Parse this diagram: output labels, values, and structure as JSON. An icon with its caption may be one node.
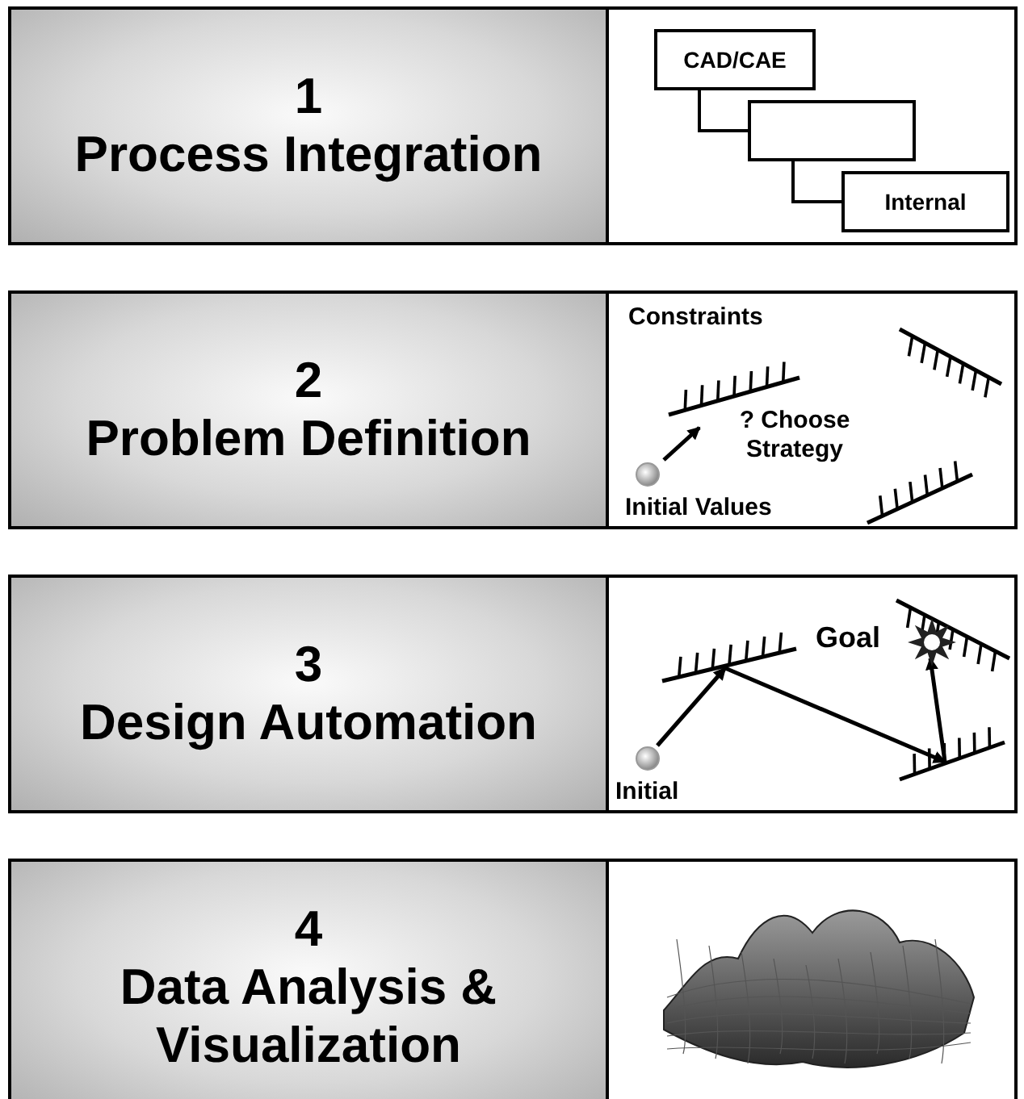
{
  "diagram": {
    "nodes": [
      {
        "text": [
          "1",
          "Process Integration"
        ]
      },
      {
        "text": [],
        "shape": "box"
      },
      {
        "text": [
          "CAD/CAE"
        ],
        "in": 1
      },
      {
        "text": [],
        "shape": "box",
        "in": 1
      },
      {
        "text": [
          "Internal"
        ],
        "in": 1
      },
      {
        "text": [
          "2",
          "Problem Definition"
        ]
      },
      {
        "text": [
          "Constraints",
          "? Choose Strategy",
          "Initial Values"
        ]
      },
      {
        "text": [
          "3",
          "Design Automation"
        ]
      },
      {
        "text": [
          "Goal",
          "Initial"
        ]
      },
      {
        "text": [
          "4",
          "Data Analysis & Visualization"
        ]
      },
      {
        "text": [],
        "shape": "box"
      },
      {
        "text": [],
        "shape": "picture",
        "in": 10
      }
    ],
    "edges": [
      {
        "from": 2,
        "to": 3,
        "arrow": "none"
      },
      {
        "from": 3,
        "to": 4,
        "arrow": "none"
      }
    ]
  }
}
